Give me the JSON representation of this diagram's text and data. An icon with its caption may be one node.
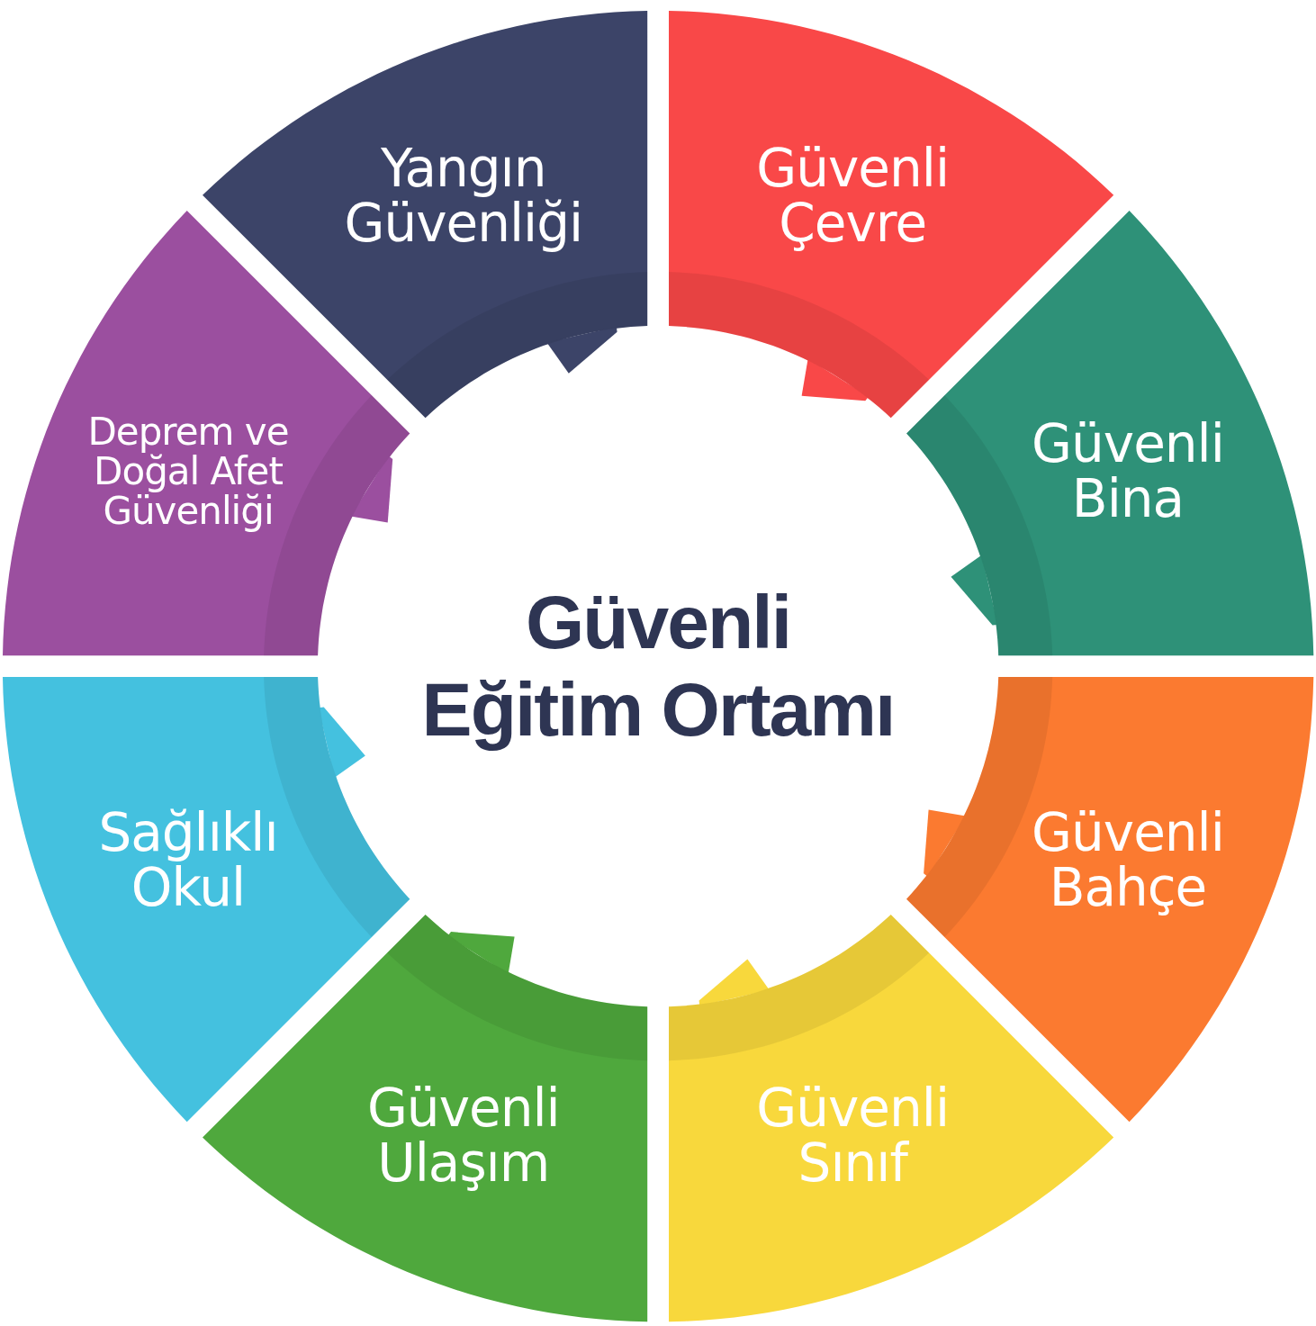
{
  "diagram": {
    "nodes": [
      {
        "text": [
          "Güvenli Eğitim Ortamı"
        ]
      },
      {
        "text": [
          "Yangın Güvenliği"
        ]
      },
      {
        "text": [
          "Güvenli Çevre"
        ]
      },
      {
        "text": [
          "Güvenli Bina"
        ]
      },
      {
        "text": [
          "Güvenli Bahçe"
        ]
      },
      {
        "text": [
          "Güvenli Sınıf"
        ]
      },
      {
        "text": [
          "Güvenli Ulaşım"
        ]
      },
      {
        "text": [
          "Sağlıklı Okul"
        ]
      },
      {
        "text": [
          "Deprem ve Doğal Afet Güvenliği"
        ]
      }
    ]
  }
}
